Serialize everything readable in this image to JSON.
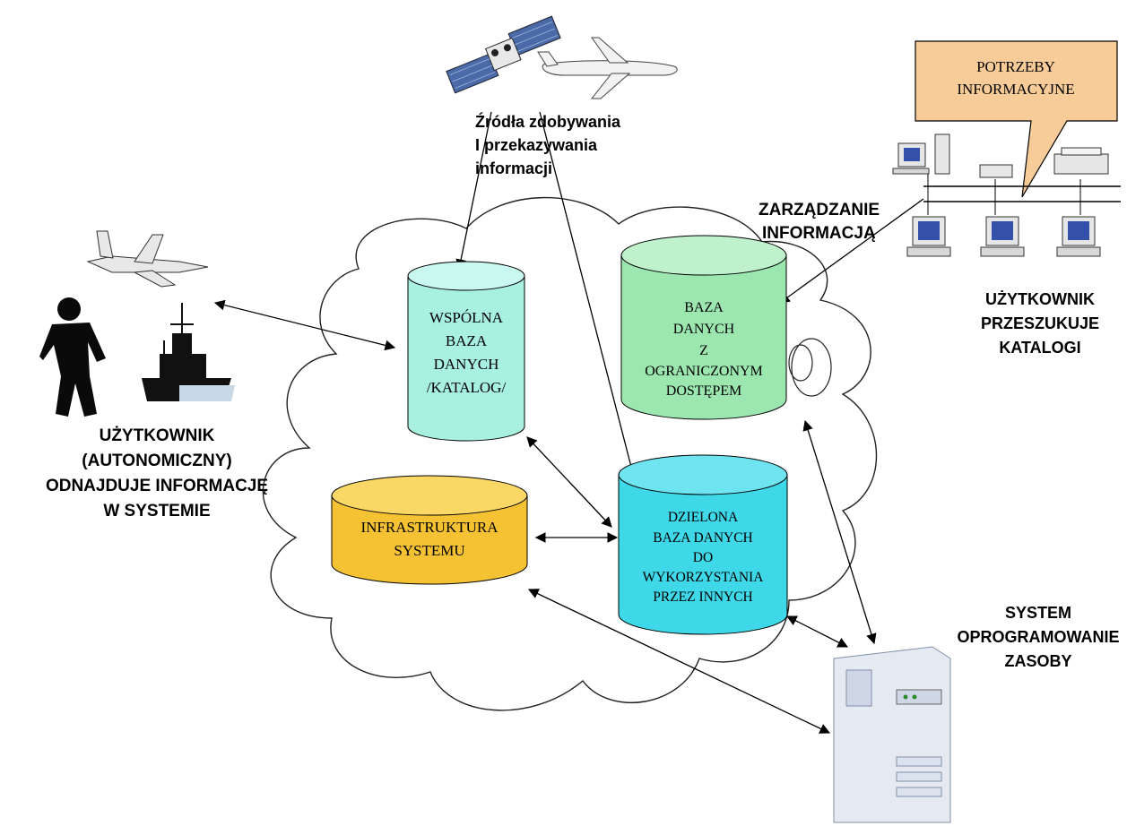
{
  "sources": {
    "line1": "Źródła zdobywania",
    "line2": "I przekazywania",
    "line3": "informacji"
  },
  "callout": {
    "line1": "POTRZEBY",
    "line2": "INFORMACYJNE"
  },
  "zarzadzanie": {
    "line1": "ZARZĄDZANIE",
    "line2": "INFORMACJĄ"
  },
  "user_search": {
    "line1": "UŻYTKOWNIK",
    "line2": "PRZESZUKUJE",
    "line3": "KATALOGI"
  },
  "user_autonomous": {
    "line1": "UŻYTKOWNIK",
    "line2": "(AUTONOMICZNY)",
    "line3": "ODNAJDUJE INFORMACJĘ",
    "line4": "W SYSTEMIE"
  },
  "system": {
    "line1": "SYSTEM",
    "line2": "OPROGRAMOWANIE",
    "line3": "ZASOBY"
  },
  "databases": {
    "shared": [
      "WSPÓLNA",
      "BAZA",
      "DANYCH",
      "/KATALOG/"
    ],
    "restricted": [
      "BAZA",
      "DANYCH",
      "Z",
      "OGRANICZONYM",
      "DOSTĘPEM"
    ],
    "infra": [
      "INFRASTRUKTURA",
      "SYSTEMU"
    ],
    "divided": [
      "DZIELONA",
      "BAZA DANYCH",
      "DO",
      "WYKORZYSTANIA",
      "PRZEZ INNYCH"
    ]
  },
  "colors": {
    "shared_db": "#a8f0e0",
    "restricted_db": "#9ce6b0",
    "infra_db": "#f5c233",
    "divided_db": "#3fd8e8",
    "callout": "#f8cc99",
    "satellite": "#4a6aa8"
  }
}
